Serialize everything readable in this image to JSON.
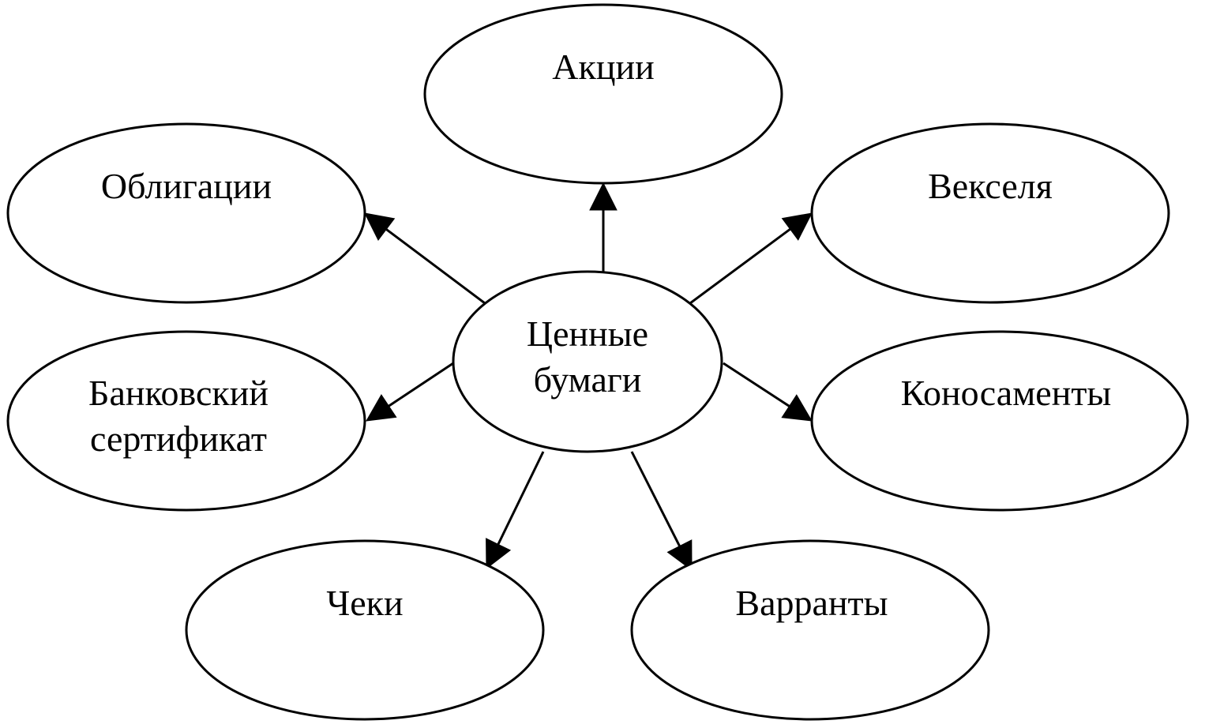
{
  "diagram": {
    "center": {
      "id": "center",
      "lines": [
        "Ценные",
        "бумаги"
      ]
    },
    "nodes": [
      {
        "id": "aktsii",
        "lines": [
          "Акции"
        ]
      },
      {
        "id": "obligatsii",
        "lines": [
          "Облигации"
        ]
      },
      {
        "id": "vekselya",
        "lines": [
          "Векселя"
        ]
      },
      {
        "id": "bankovsky",
        "lines": [
          "Банковский",
          "сертификат"
        ]
      },
      {
        "id": "konosamenty",
        "lines": [
          "Коносаменты"
        ]
      },
      {
        "id": "cheki",
        "lines": [
          "Чеки"
        ]
      },
      {
        "id": "varranty",
        "lines": [
          "Варранты"
        ]
      }
    ],
    "edges": [
      {
        "from": "center",
        "to": "aktsii"
      },
      {
        "from": "center",
        "to": "obligatsii"
      },
      {
        "from": "center",
        "to": "vekselya"
      },
      {
        "from": "center",
        "to": "bankovsky"
      },
      {
        "from": "center",
        "to": "konosamenty"
      },
      {
        "from": "center",
        "to": "cheki"
      },
      {
        "from": "center",
        "to": "varranty"
      }
    ],
    "colors": {
      "stroke": "#000000",
      "fill": "#ffffff",
      "text": "#000000"
    }
  }
}
